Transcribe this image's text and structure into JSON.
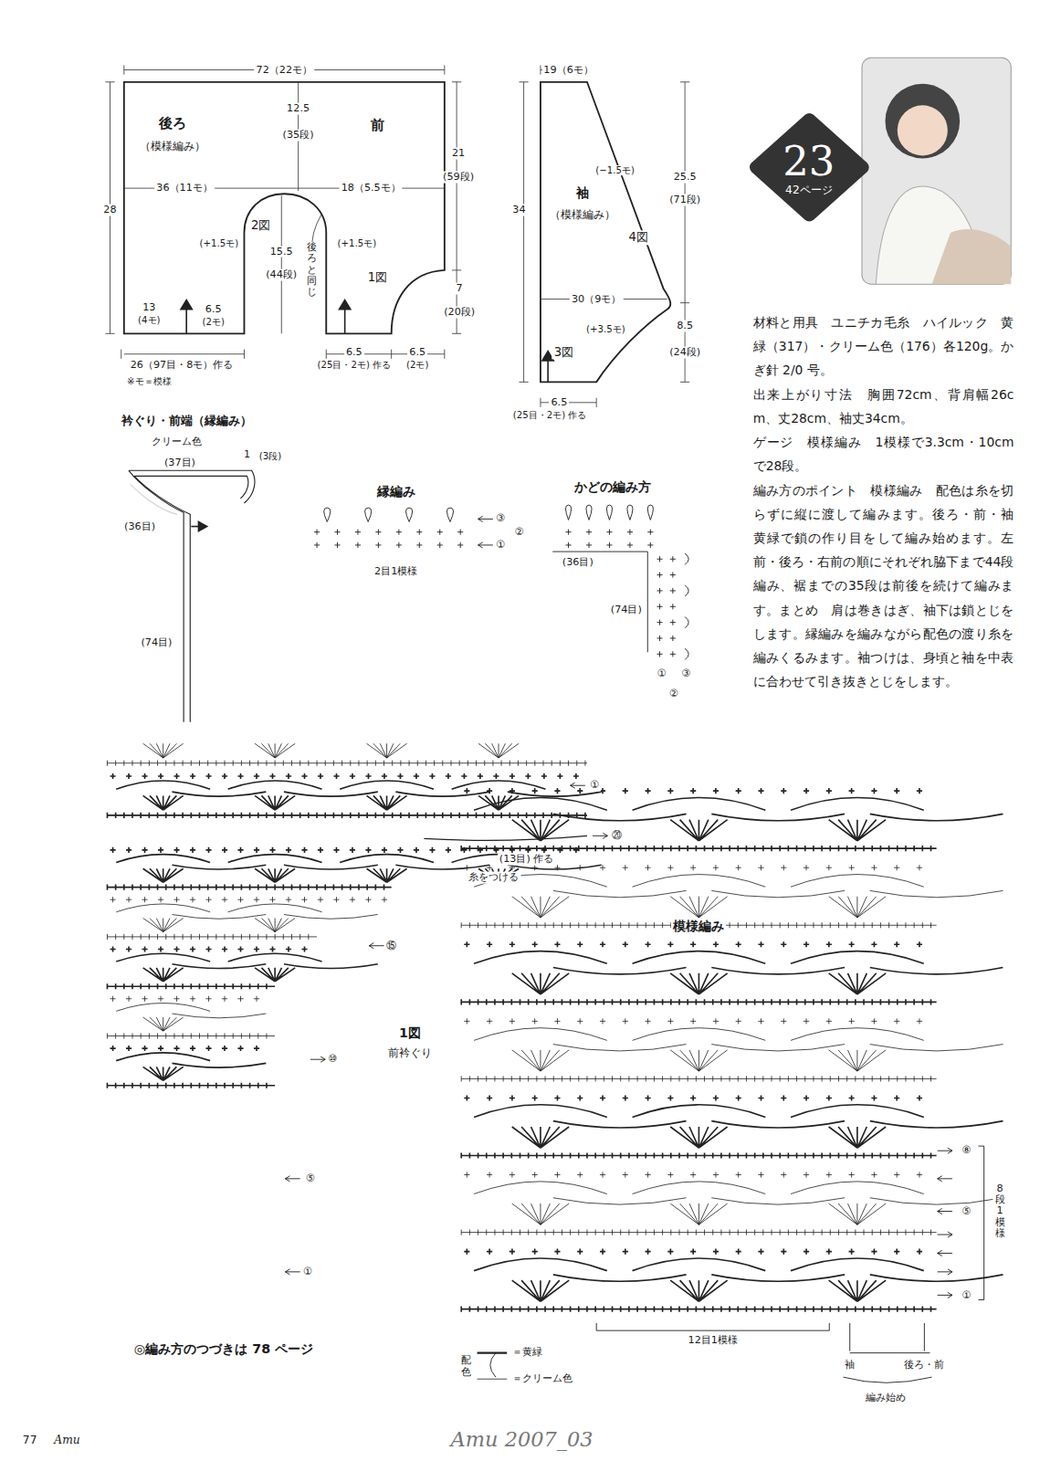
{
  "diagram": {
    "nodes": [
      {
        "text": [
          "23",
          "42ページ"
        ]
      }
    ],
    "labels": [
      "72（22モ）",
      "後ろ",
      "（模様編み）",
      "前",
      "12.5",
      "(35段)",
      "21",
      "(59段)",
      "28",
      "36（11モ）",
      "18（5.5モ）",
      "2図",
      "(+1.5モ)",
      "15.5",
      "(44段)",
      "後ろと同じ",
      "(+1.5モ)",
      "1図",
      "7",
      "(20段)",
      "13",
      "(4モ)",
      "6.5",
      "(2モ)",
      "26（97目・8モ）作る",
      "6.5",
      "(25目・2モ) 作る",
      "6.5",
      "(2モ)",
      "※モ＝模様",
      "19（6モ）",
      "25.5",
      "(71段)",
      "34",
      "(−1.5モ)",
      "袖",
      "（模様編み）",
      "4図",
      "30（9モ）",
      "(+3.5モ)",
      "3図",
      "8.5",
      "(24段)",
      "6.5",
      "(25目・2モ) 作る",
      "材料と用具　ユニチカ毛糸　ハイルック　黄緑（317）・クリーム色（176）各120g。かぎ針 2/0 号。",
      "出来上がり寸法　胸囲72cm、背肩幅26cm、丈28cm、袖丈34cm。",
      "ゲージ　模様編み　1模様で3.3cm・10cmで28段。",
      "編み方のポイント　模様編み　配色は糸を切らずに縦に渡して編みます。後ろ・前・袖　黄緑で鎖の作り目をして編み始めます。左前・後ろ・右前の順にそれぞれ脇下まで44段編み、裾までの35段は前後を続けて編みます。まとめ　肩は巻きはぎ、袖下は鎖とじをします。縁編みを編みながら配色の渡り糸を編みくるみます。袖つけは、身頃と袖を中表に合わせて引き抜きとじをします。",
      "衿ぐり・前端（縁編み）",
      "クリーム色",
      "(37目)",
      "1",
      "(3段)",
      "(36目)",
      "(74目)",
      "縁編み",
      "③",
      "②",
      "①",
      "2目1模様",
      "かどの編み方",
      "(36目)",
      "(74目)",
      "①",
      "③",
      "②",
      "①",
      "⑳",
      "(13目) 作る",
      "糸をつける",
      "⑮",
      "⑩",
      "1図",
      "前衿ぐり",
      "⑤",
      "①",
      "◎編み方のつづきは 78 ページ",
      "模様編み",
      "⑧",
      "⑤",
      "①",
      "8段1模様",
      "12目1模様",
      "袖",
      "後ろ・前",
      "編み始め",
      "配色",
      "77",
      "Amu",
      "Amu 2007_03"
    ],
    "legend": [
      {
        "text": "＝黄緑"
      },
      {
        "text": "＝クリーム色"
      }
    ]
  }
}
